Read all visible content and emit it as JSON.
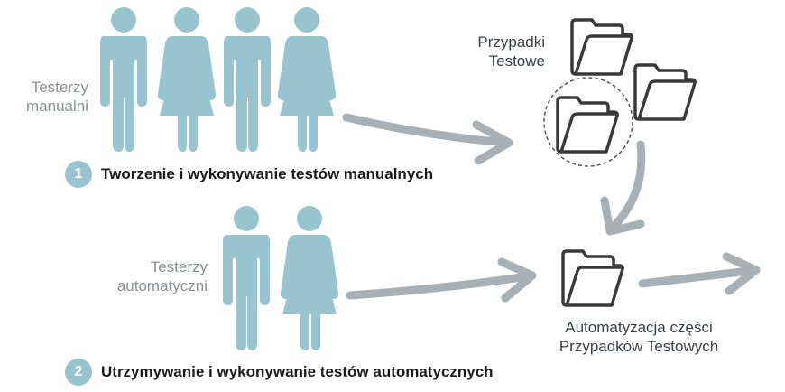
{
  "manual_testers_label": [
    "Testerzy",
    "manualni"
  ],
  "auto_testers_label": [
    "Testerzy",
    "automatyczni"
  ],
  "test_cases_label": [
    "Przypadki",
    "Testowe"
  ],
  "automation_label": [
    "Automatyzacja części",
    "Przypadków Testowych"
  ],
  "step1": {
    "number": "1",
    "text": "Tworzenie i wykonywanie testów manualnych"
  },
  "step2": {
    "number": "2",
    "text": "Utrzymywanie i wykonywanie testów automatycznych"
  },
  "colors": {
    "person": "#97c4cf",
    "arrow": "#a8b0b5",
    "folder": "#3a3a3a",
    "dashed_circle": "#555555"
  },
  "icons": {
    "person_male": "person-male-icon",
    "person_female": "person-female-icon",
    "folder": "folder-icon"
  }
}
